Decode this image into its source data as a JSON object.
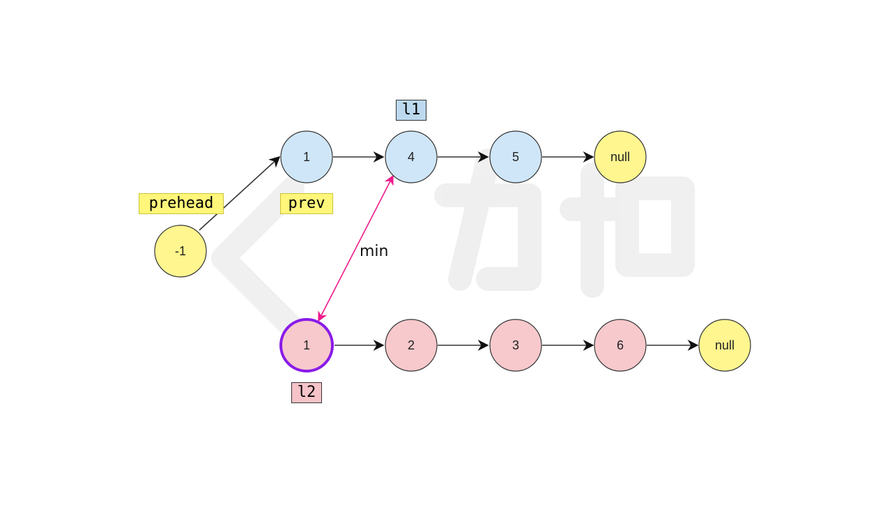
{
  "nodes": {
    "preheadNode": "-1",
    "l1": [
      "1",
      "4",
      "5",
      "null"
    ],
    "l2": [
      "1",
      "2",
      "3",
      "6",
      "null"
    ]
  },
  "labels": {
    "prehead": "prehead",
    "prev": "prev",
    "l1": "l1",
    "l2": "l2",
    "min": "min"
  },
  "colors": {
    "yellowNode": "#fff68f",
    "blueNode": "#cfe6f8",
    "pinkNode": "#f7c9cc",
    "highlightRing": "#8a1be8",
    "minArrow": "#ee1a8c",
    "edge": "#333333"
  }
}
